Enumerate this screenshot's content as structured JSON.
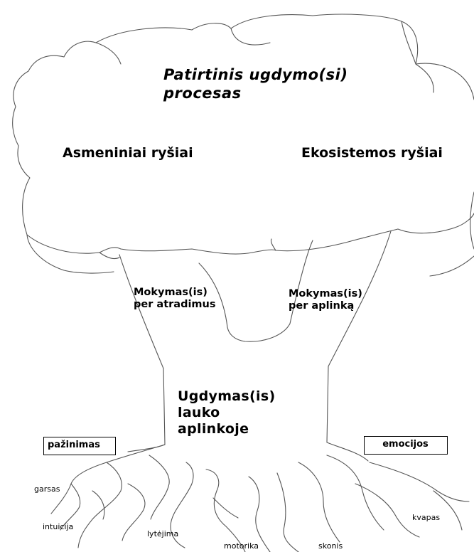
{
  "diagram": {
    "title_lines": [
      "Patirtinis ugdymo(si)",
      "procesas"
    ],
    "left_branch": "Asmeniniai ryšiai",
    "right_branch": "Ekosistemos ryšiai",
    "teaching_left_lines": [
      "Mokymas(is)",
      "per atradimus"
    ],
    "teaching_right_lines": [
      "Mokymas(is)",
      "per aplinką"
    ],
    "trunk_lines": [
      "Ugdymas(is)",
      "lauko",
      "aplinkoje"
    ],
    "box_left": "pažinimas",
    "box_right": "emocijos",
    "roots": [
      "garsas",
      "intuicija",
      "lytėjima",
      "motorika",
      "skonis",
      "kvapas"
    ]
  }
}
